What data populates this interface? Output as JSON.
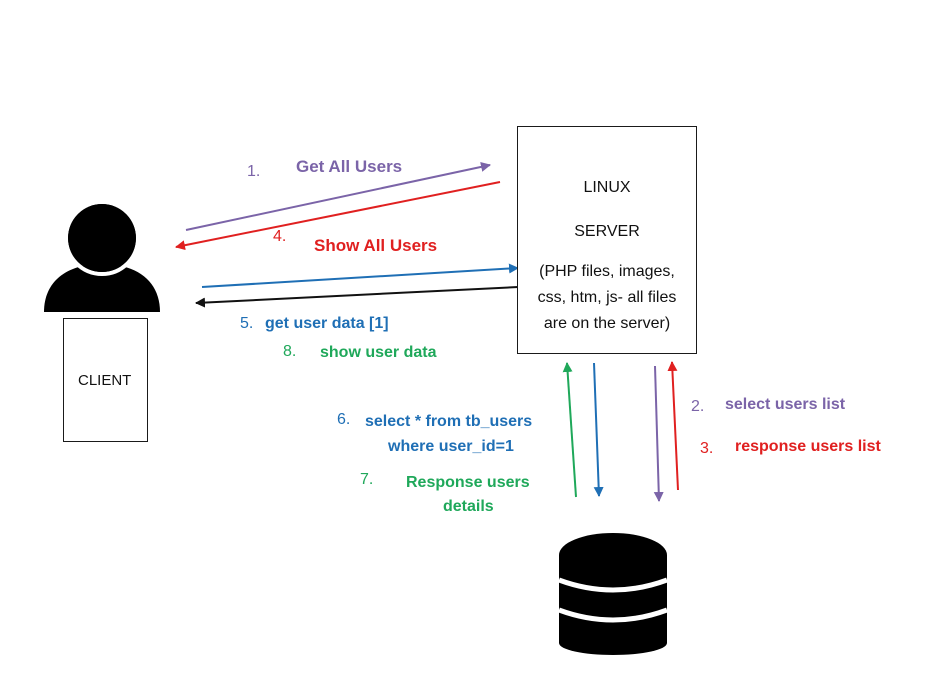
{
  "client": {
    "label": "CLIENT"
  },
  "server": {
    "line1": "LINUX",
    "line2": "SERVER",
    "line3": "(PHP files, images,",
    "line4": "css, htm, js- all files",
    "line5": "are on the server)"
  },
  "steps": [
    {
      "num": "1.",
      "text": "Get All Users"
    },
    {
      "num": "4.",
      "text": "Show All Users"
    },
    {
      "num": "5.",
      "text": "get user data [1]"
    },
    {
      "num": "8.",
      "text": "show user data"
    },
    {
      "num": "6.",
      "text_line1": "select * from tb_users",
      "text_line2": "where user_id=1"
    },
    {
      "num": "7.",
      "text_line1": "Response users",
      "text_line2": "details"
    },
    {
      "num": "2.",
      "text": "select users list"
    },
    {
      "num": "3.",
      "text": "response users list"
    }
  ],
  "colors": {
    "purple": "#7b64a8",
    "red": "#e02020",
    "blue": "#1f6fb5",
    "green": "#1fa85a",
    "black": "#111111"
  },
  "icons": {
    "client": "user-silhouette-icon",
    "database": "database-icon"
  }
}
